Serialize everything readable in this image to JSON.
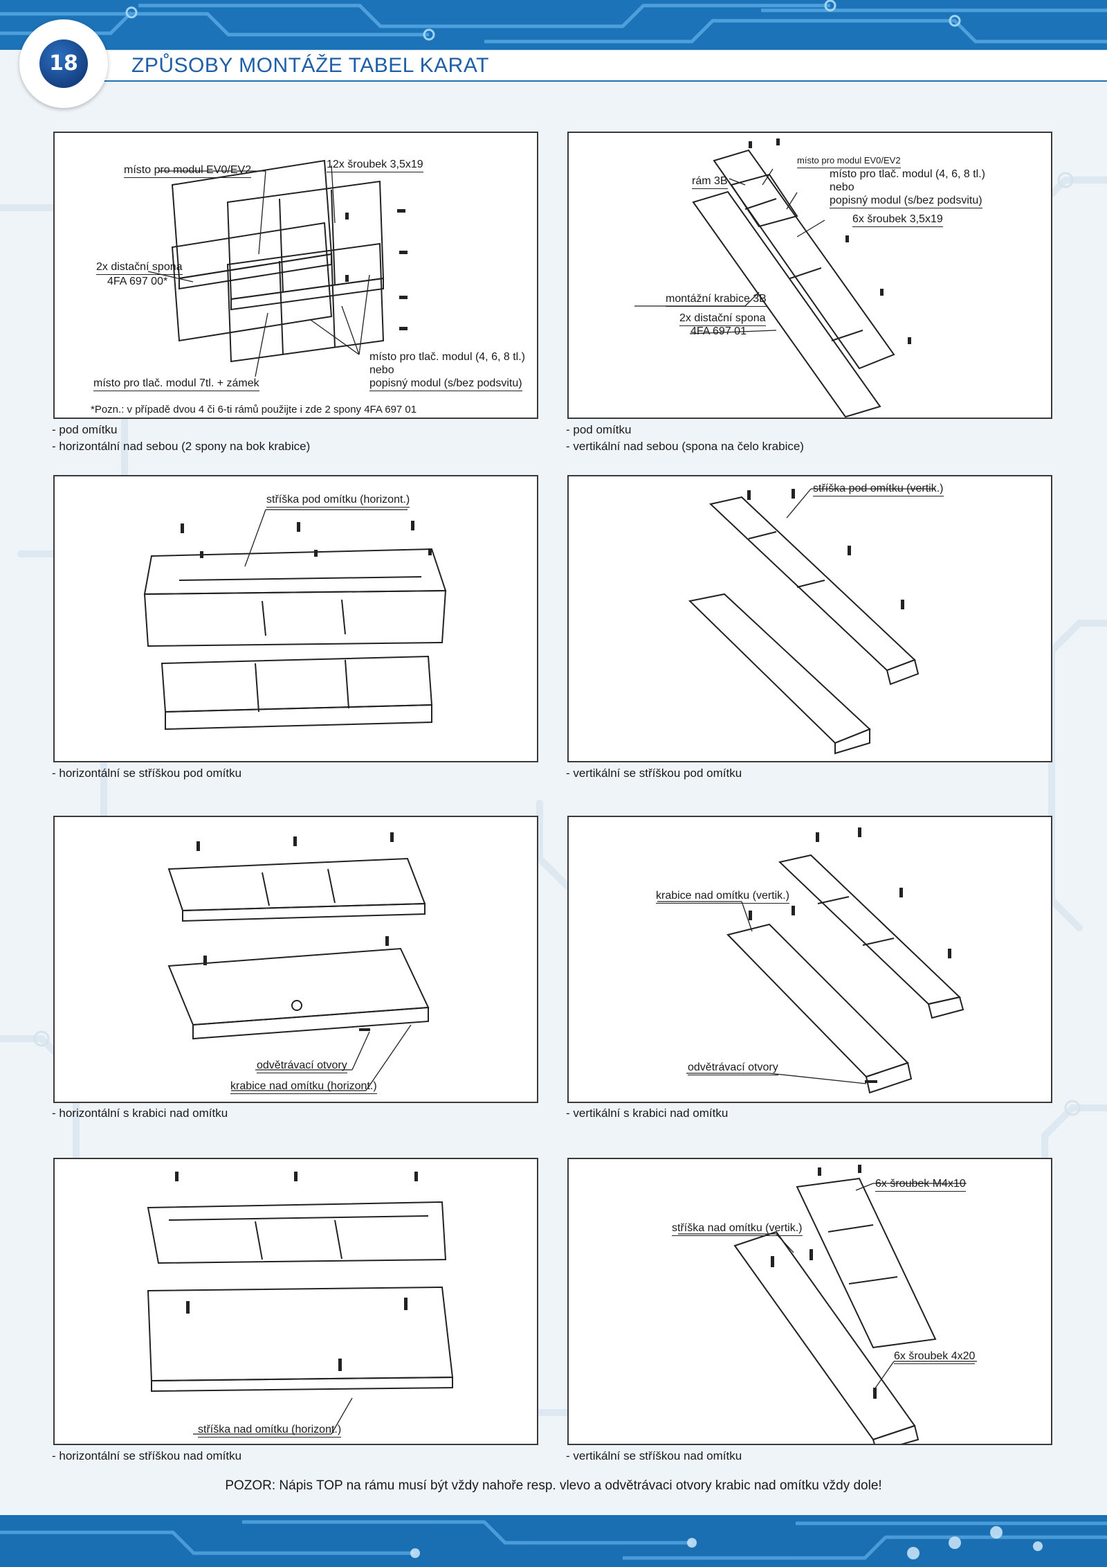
{
  "page": {
    "number": "18",
    "title": "ZPŮSOBY MONTÁŽE TABEL KARAT",
    "warning": "POZOR: Nápis TOP na rámu musí být vždy nahoře resp. vlevo a odvětrávaci otvory krabic nad omítku vždy dole!"
  },
  "panels": [
    {
      "labels": {
        "evo": "místo pro modul EV0/EV2",
        "screws": "12x šroubek 3,5x19",
        "spacer_1": "2x distační spona",
        "spacer_2": "4FA 697 00*",
        "module_1": "místo pro tlač. modul (4, 6, 8 tl.)",
        "module_2": "nebo",
        "module_3": "popisný modul (s/bez podsvitu)",
        "module7": "místo pro tlač. modul 7tl. + zámek",
        "note": "*Pozn.: v případě dvou 4 či 6-ti rámů použijte i zde 2 spony 4FA 697 01"
      },
      "caption": [
        "- pod omítku",
        "- horizontální nad sebou (2 spony na bok krabice)"
      ]
    },
    {
      "labels": {
        "evo": "místo pro modul EV0/EV2",
        "frame": "rám 3B",
        "module_1": "místo pro tlač. modul (4, 6, 8 tl.)",
        "module_2": "nebo",
        "module_3": "popisný modul (s/bez podsvitu)",
        "screws": "6x šroubek 3,5x19",
        "box": "montážní krabice 3B",
        "spacer_1": "2x distační spona",
        "spacer_2": "4FA 697 01"
      },
      "caption": [
        "- pod omítku",
        "- vertikální nad sebou (spona na čelo krabice)"
      ]
    },
    {
      "labels": {
        "roof": "stříška pod omítku (horizont.)"
      },
      "caption": [
        "- horizontální se stříškou pod omítku"
      ]
    },
    {
      "labels": {
        "roof": "stříška pod omítku (vertik.)"
      },
      "caption": [
        "- vertikální se stříškou pod omítku"
      ]
    },
    {
      "labels": {
        "vents": "odvětrávací otvory",
        "box": "krabice nad omítku (horizont.)"
      },
      "caption": [
        "- horizontální s krabici nad omítku"
      ]
    },
    {
      "labels": {
        "box": "krabice nad omítku (vertik.)",
        "vents": "odvětrávací otvory"
      },
      "caption": [
        "- vertikální s krabici nad omítku"
      ]
    },
    {
      "labels": {
        "roof": "stříška nad omítku (horizont.)"
      },
      "caption": [
        "- horizontální se stříškou nad omítku"
      ]
    },
    {
      "labels": {
        "screws_a": "6x šroubek M4x10",
        "roof": "stříška nad omítku (vertik.)",
        "screws_b": "6x šroubek 4x20"
      },
      "caption": [
        "- vertikální se stříškou nad omítku"
      ]
    }
  ]
}
